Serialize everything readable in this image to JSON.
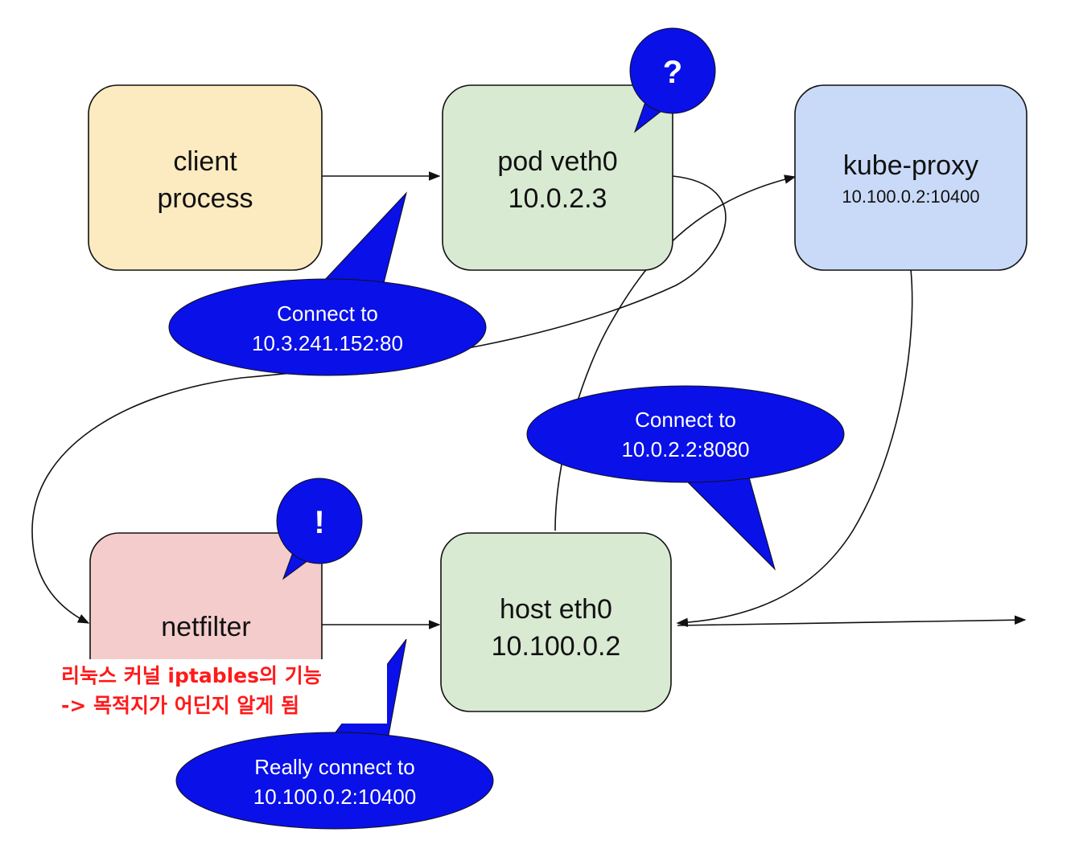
{
  "nodes": {
    "client": {
      "line1": "client",
      "line2": "process"
    },
    "pod": {
      "line1": "pod veth0",
      "line2": "10.0.2.3"
    },
    "kube_proxy": {
      "line1": "kube-proxy",
      "line2": "10.100.0.2:10400"
    },
    "netfilter": {
      "line1": "netfilter"
    },
    "host": {
      "line1": "host eth0",
      "line2": "10.100.0.2"
    }
  },
  "bubbles": {
    "connect_service": {
      "line1": "Connect to",
      "line2": "10.3.241.152:80"
    },
    "connect_pod": {
      "line1": "Connect to",
      "line2": "10.0.2.2:8080"
    },
    "really_connect": {
      "line1": "Really connect to",
      "line2": "10.100.0.2:10400"
    },
    "question": {
      "mark": "?"
    },
    "exclaim": {
      "mark": "!"
    }
  },
  "annotation": {
    "line1": "리눅스 커널 iptables의 기능",
    "line2": "-> 목적지가 어딘지 알게 됨"
  },
  "colors": {
    "client": "#fcebc0",
    "pod": "#d9ead3",
    "kube_proxy": "#c9daf8",
    "netfilter": "#f4cccc",
    "host": "#d9ead3",
    "bubble": "#0a10e8",
    "annotation": "#ff1a1a"
  }
}
